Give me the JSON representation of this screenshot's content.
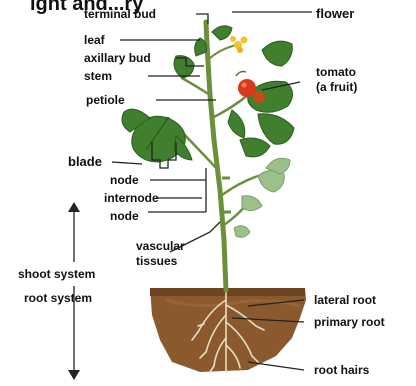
{
  "title_partial": "ight and...ry",
  "labels": {
    "terminal_bud": "terminal bud",
    "flower": "flower",
    "leaf": "leaf",
    "axillary_bud": "axillary bud",
    "stem": "stem",
    "tomato": "tomato",
    "tomato_note": "(a fruit)",
    "petiole": "petiole",
    "blade": "blade",
    "node_upper": "node",
    "internode": "internode",
    "node_lower": "node",
    "vascular": "vascular",
    "tissues": "tissues",
    "shoot_system": "shoot system",
    "root_system": "root system",
    "lateral_root": "lateral root",
    "primary_root": "primary root",
    "root_hairs": "root hairs"
  },
  "colors": {
    "leaf": "#3f7f2d",
    "stem": "#6b8f3a",
    "tomato": "#d8391c",
    "flower": "#f2c230",
    "soil": "#8a5a2e"
  }
}
